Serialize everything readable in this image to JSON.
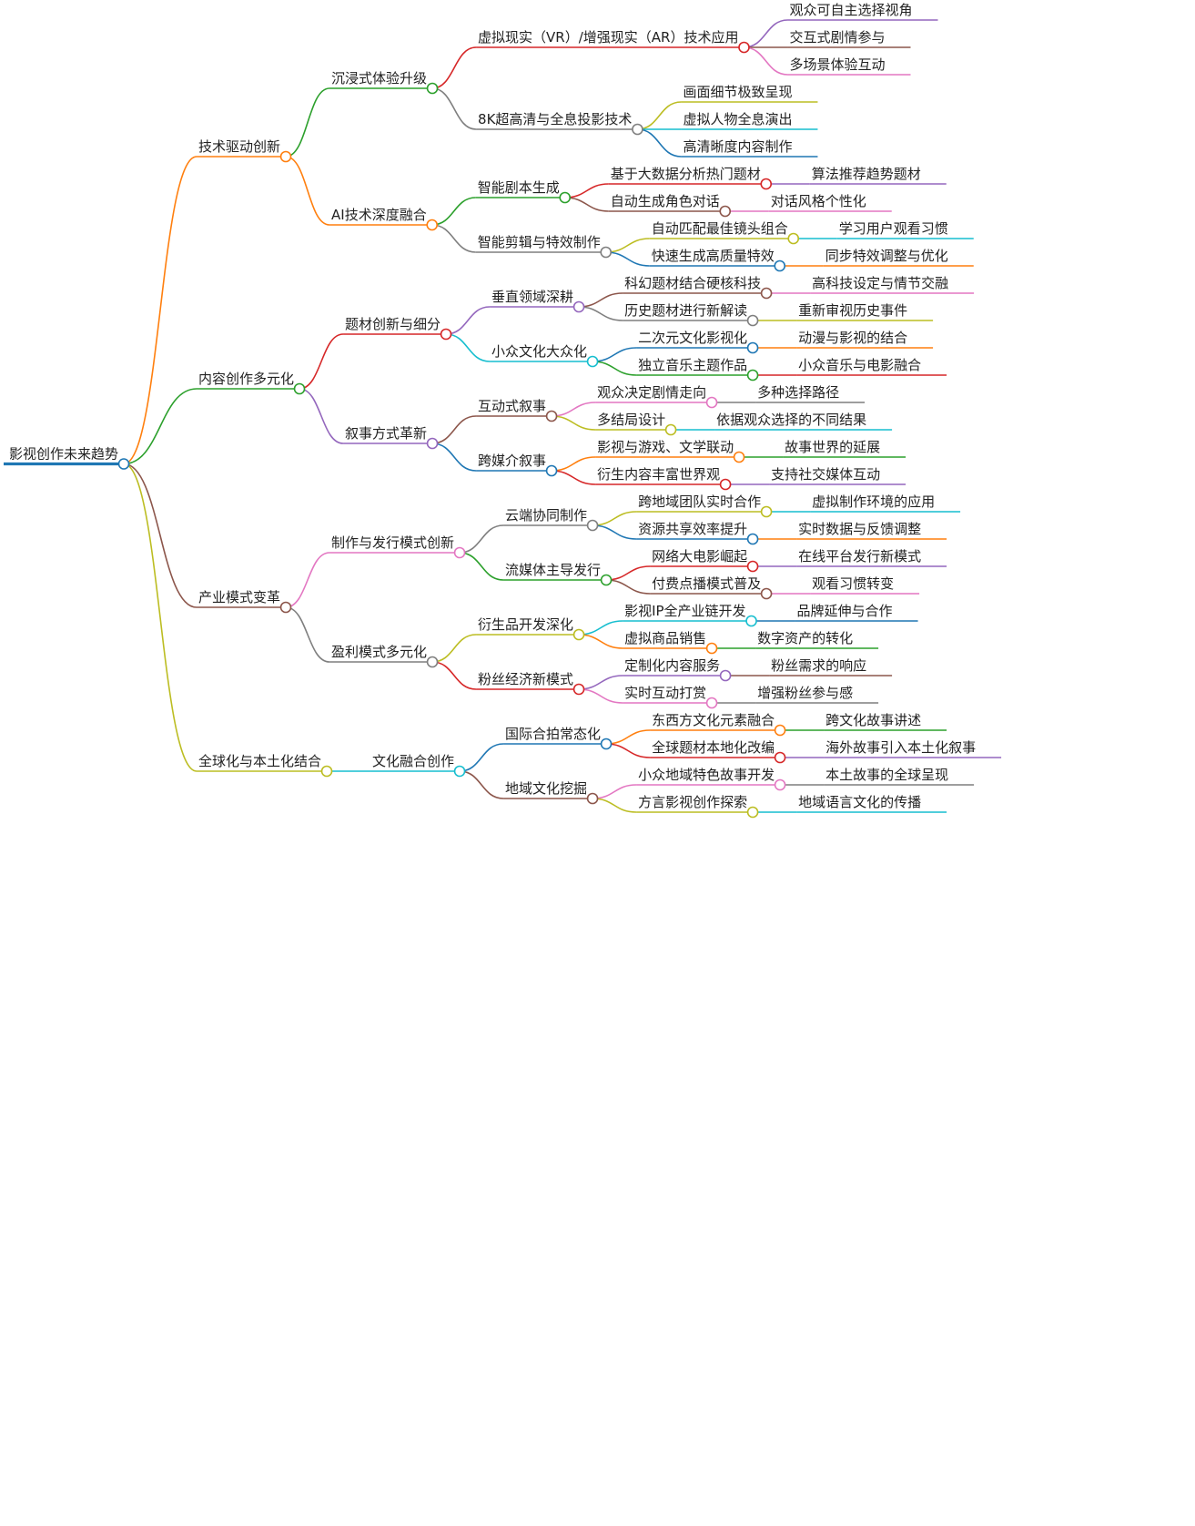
{
  "colors": [
    "#1f77b4",
    "#ff7f0e",
    "#2ca02c",
    "#d62728",
    "#9467bd",
    "#8c564b",
    "#e377c2",
    "#7f7f7f",
    "#bcbd22",
    "#17becf"
  ],
  "root": {
    "label": "影视创作未来趋势",
    "children": [
      {
        "label": "技术驱动创新",
        "children": [
          {
            "label": "沉浸式体验升级",
            "children": [
              {
                "label": "虚拟现实（VR）/增强现实（AR）技术应用",
                "children": [
                  {
                    "label": "观众可自主选择视角"
                  },
                  {
                    "label": "交互式剧情参与"
                  },
                  {
                    "label": "多场景体验互动"
                  }
                ]
              },
              {
                "label": "8K超高清与全息投影技术",
                "children": [
                  {
                    "label": "画面细节极致呈现"
                  },
                  {
                    "label": "虚拟人物全息演出"
                  },
                  {
                    "label": "高清晰度内容制作"
                  }
                ]
              }
            ]
          },
          {
            "label": "AI技术深度融合",
            "children": [
              {
                "label": "智能剧本生成",
                "children": [
                  {
                    "label": "基于大数据分析热门题材",
                    "children": [
                      {
                        "label": "算法推荐趋势题材"
                      }
                    ]
                  },
                  {
                    "label": "自动生成角色对话",
                    "children": [
                      {
                        "label": "对话风格个性化"
                      }
                    ]
                  }
                ]
              },
              {
                "label": "智能剪辑与特效制作",
                "children": [
                  {
                    "label": "自动匹配最佳镜头组合",
                    "children": [
                      {
                        "label": "学习用户观看习惯"
                      }
                    ]
                  },
                  {
                    "label": "快速生成高质量特效",
                    "children": [
                      {
                        "label": "同步特效调整与优化"
                      }
                    ]
                  }
                ]
              }
            ]
          }
        ]
      },
      {
        "label": "内容创作多元化",
        "children": [
          {
            "label": "题材创新与细分",
            "children": [
              {
                "label": "垂直领域深耕",
                "children": [
                  {
                    "label": "科幻题材结合硬核科技",
                    "children": [
                      {
                        "label": "高科技设定与情节交融"
                      }
                    ]
                  },
                  {
                    "label": "历史题材进行新解读",
                    "children": [
                      {
                        "label": "重新审视历史事件"
                      }
                    ]
                  }
                ]
              },
              {
                "label": "小众文化大众化",
                "children": [
                  {
                    "label": "二次元文化影视化",
                    "children": [
                      {
                        "label": "动漫与影视的结合"
                      }
                    ]
                  },
                  {
                    "label": "独立音乐主题作品",
                    "children": [
                      {
                        "label": "小众音乐与电影融合"
                      }
                    ]
                  }
                ]
              }
            ]
          },
          {
            "label": "叙事方式革新",
            "children": [
              {
                "label": "互动式叙事",
                "children": [
                  {
                    "label": "观众决定剧情走向",
                    "children": [
                      {
                        "label": "多种选择路径"
                      }
                    ]
                  },
                  {
                    "label": "多结局设计",
                    "children": [
                      {
                        "label": "依据观众选择的不同结果"
                      }
                    ]
                  }
                ]
              },
              {
                "label": "跨媒介叙事",
                "children": [
                  {
                    "label": "影视与游戏、文学联动",
                    "children": [
                      {
                        "label": "故事世界的延展"
                      }
                    ]
                  },
                  {
                    "label": "衍生内容丰富世界观",
                    "children": [
                      {
                        "label": "支持社交媒体互动"
                      }
                    ]
                  }
                ]
              }
            ]
          }
        ]
      },
      {
        "label": "产业模式变革",
        "children": [
          {
            "label": "制作与发行模式创新",
            "children": [
              {
                "label": "云端协同制作",
                "children": [
                  {
                    "label": "跨地域团队实时合作",
                    "children": [
                      {
                        "label": "虚拟制作环境的应用"
                      }
                    ]
                  },
                  {
                    "label": "资源共享效率提升",
                    "children": [
                      {
                        "label": "实时数据与反馈调整"
                      }
                    ]
                  }
                ]
              },
              {
                "label": "流媒体主导发行",
                "children": [
                  {
                    "label": "网络大电影崛起",
                    "children": [
                      {
                        "label": "在线平台发行新模式"
                      }
                    ]
                  },
                  {
                    "label": "付费点播模式普及",
                    "children": [
                      {
                        "label": "观看习惯转变"
                      }
                    ]
                  }
                ]
              }
            ]
          },
          {
            "label": "盈利模式多元化",
            "children": [
              {
                "label": "衍生品开发深化",
                "children": [
                  {
                    "label": "影视IP全产业链开发",
                    "children": [
                      {
                        "label": "品牌延伸与合作"
                      }
                    ]
                  },
                  {
                    "label": "虚拟商品销售",
                    "children": [
                      {
                        "label": "数字资产的转化"
                      }
                    ]
                  }
                ]
              },
              {
                "label": "粉丝经济新模式",
                "children": [
                  {
                    "label": "定制化内容服务",
                    "children": [
                      {
                        "label": "粉丝需求的响应"
                      }
                    ]
                  },
                  {
                    "label": "实时互动打赏",
                    "children": [
                      {
                        "label": "增强粉丝参与感"
                      }
                    ]
                  }
                ]
              }
            ]
          }
        ]
      },
      {
        "label": "全球化与本土化结合",
        "children": [
          {
            "label": "文化融合创作",
            "children": [
              {
                "label": "国际合拍常态化",
                "children": [
                  {
                    "label": "东西方文化元素融合",
                    "children": [
                      {
                        "label": "跨文化故事讲述"
                      }
                    ]
                  },
                  {
                    "label": "全球题材本地化改编",
                    "children": [
                      {
                        "label": "海外故事引入本土化叙事"
                      }
                    ]
                  }
                ]
              },
              {
                "label": "地域文化挖掘",
                "children": [
                  {
                    "label": "小众地域特色故事开发",
                    "children": [
                      {
                        "label": "本土故事的全球呈现"
                      }
                    ]
                  },
                  {
                    "label": "方言影视创作探索",
                    "children": [
                      {
                        "label": "地域语言文化的传播"
                      }
                    ]
                  }
                ]
              }
            ]
          }
        ]
      }
    ]
  }
}
